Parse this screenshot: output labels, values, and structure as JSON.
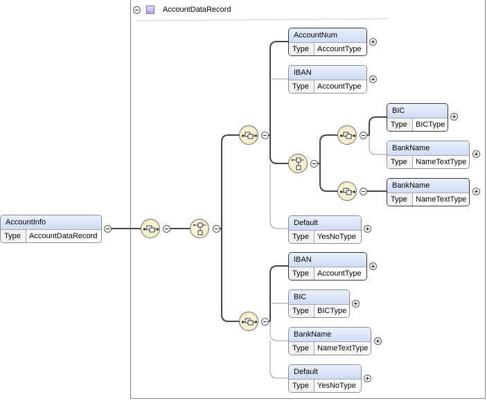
{
  "root": {
    "name": "AccountInfo",
    "type_key": "Type",
    "type_value": "AccountDataRecord"
  },
  "complex_type": {
    "title": "AccountDataRecord"
  },
  "choice1_elements": [
    {
      "name": "AccountNum",
      "type_key": "Type",
      "type_value": "AccountType"
    },
    {
      "name": "IBAN",
      "type_key": "Type",
      "type_value": "AccountType"
    }
  ],
  "bank_choice_a": [
    {
      "name": "BIC",
      "type_key": "Type",
      "type_value": "BICType"
    },
    {
      "name": "BankName",
      "type_key": "Type",
      "type_value": "NameTextType"
    }
  ],
  "bank_choice_b": [
    {
      "name": "BankName",
      "type_key": "Type",
      "type_value": "NameTextType"
    }
  ],
  "default1": {
    "name": "Default",
    "type_key": "Type",
    "type_value": "YesNoType"
  },
  "choice2_elements": [
    {
      "name": "IBAN",
      "type_key": "Type",
      "type_value": "AccountType"
    },
    {
      "name": "BIC",
      "type_key": "Type",
      "type_value": "BICType"
    },
    {
      "name": "BankName",
      "type_key": "Type",
      "type_value": "NameTextType"
    },
    {
      "name": "Default",
      "type_key": "Type",
      "type_value": "YesNoType"
    }
  ]
}
